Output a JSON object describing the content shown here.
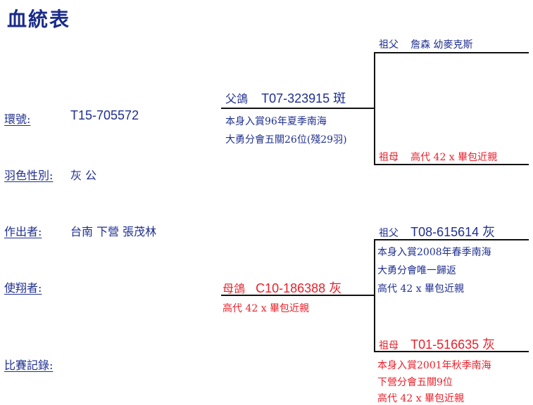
{
  "title": "血統表",
  "left": {
    "ring_label": "環號:",
    "ring_value": "T15-705572",
    "color_sex_label": "羽色性別:",
    "color_sex_value": "灰 公",
    "breeder_label": "作出者:",
    "breeder_value": "台南 下營 張茂林",
    "flyer_label": "使翔者:",
    "record_label": "比賽記錄:"
  },
  "sire": {
    "name": "父鴿",
    "ring": "T07-323915 斑",
    "note1": "本身入賞96年夏季南海",
    "note2": "大勇分會五關26位(殘29羽)"
  },
  "dam": {
    "name": "母鴿",
    "ring": "C10-186388 灰",
    "note1": "高代 42 x 畢包近親"
  },
  "ss": {
    "label": "祖父",
    "name": "詹森 幼麥克斯"
  },
  "sd": {
    "label": "祖母",
    "note": "高代 42 x 畢包近親"
  },
  "ds": {
    "label": "祖父",
    "ring": "T08-615614 灰",
    "note1": "本身入賞2008年春季南海",
    "note2": "大勇分會唯一歸返",
    "note3": "高代 42 x 畢包近親"
  },
  "dd": {
    "label": "祖母",
    "ring": "T01-516635 灰",
    "note1": "本身入賞2001年秋季南海",
    "note2": "下營分會五關9位",
    "note3": "高代 42 x 畢包近親"
  }
}
